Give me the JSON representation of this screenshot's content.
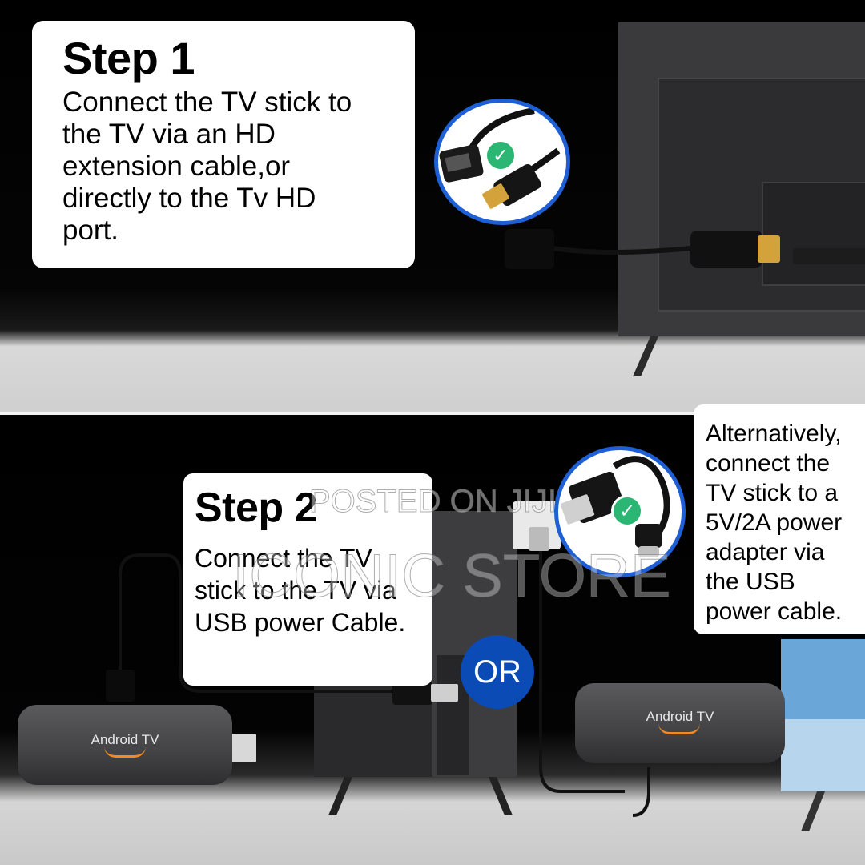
{
  "step1": {
    "title": "Step 1",
    "body": "Connect the TV stick to the TV via an HD extension cable,or directly to the Tv HD port."
  },
  "step2": {
    "title": "Step 2",
    "body": "Connect the TV stick to the TV via USB power Cable."
  },
  "alternative": {
    "body": "Alternatively, connect the TV stick to a 5V/2A power adapter via the USB power cable."
  },
  "or_label": "OR",
  "device_label": "Android TV",
  "watermark": {
    "line1": "POSTED ON JIJI",
    "line2": "ICONIC STORE"
  },
  "colors": {
    "accent_blue": "#0a4bb5",
    "thumb_border": "#1e5fd6",
    "check_green": "#2bb673",
    "smile_orange": "#f08a24"
  },
  "icons": [
    "check-icon",
    "hdmi-cable-icon",
    "usb-cable-icon",
    "tv-icon",
    "android-tv-stick-icon"
  ]
}
